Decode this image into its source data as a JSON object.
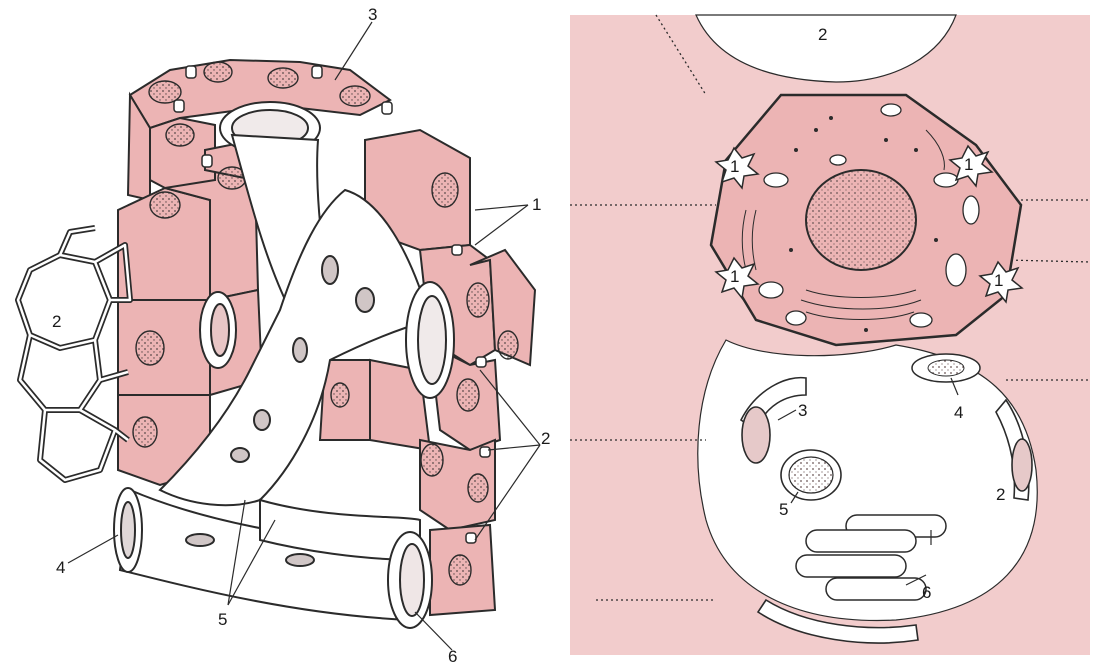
{
  "left_panel": {
    "labels": {
      "cells": "1",
      "canaliculi": "2",
      "central_vein": "3",
      "portal_vessel": "4",
      "sinusoids": "5",
      "vessel_end": "6"
    }
  },
  "right_panel": {
    "labels": {
      "junction_a": "1",
      "junction_b": "1",
      "junction_c": "1",
      "junction_d": "1",
      "lumen_top": "2",
      "lumen_bottom": "2",
      "endothelium": "3",
      "microvilli": "4",
      "blood_cell": "5",
      "red_cells": "6"
    }
  },
  "colors": {
    "cell_pink": "#ecb4b4",
    "pale_pink": "#f6d6d6",
    "outline": "#2b2b2b"
  }
}
